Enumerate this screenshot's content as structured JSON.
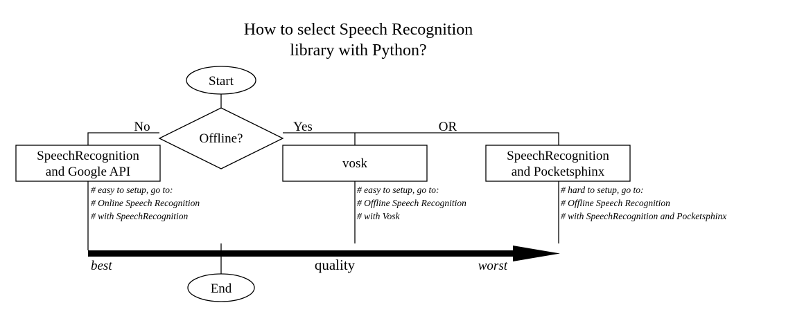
{
  "title": {
    "line1": "How to select Speech Recognition",
    "line2": "library with Python?"
  },
  "nodes": {
    "start": "Start",
    "end": "End",
    "decision": "Offline?",
    "google": {
      "line1": "SpeechRecognition",
      "line2": "and Google API"
    },
    "vosk": "vosk",
    "pocketsphinx": {
      "line1": "SpeechRecognition",
      "line2": "and Pocketsphinx"
    }
  },
  "branch_labels": {
    "no": "No",
    "yes": "Yes",
    "or": "OR"
  },
  "notes": {
    "google": [
      "# easy to setup, go to:",
      "# Online Speech Recognition",
      "# with SpeechRecognition"
    ],
    "vosk": [
      "# easy to setup, go to:",
      "# Offline Speech Recognition",
      "# with Vosk"
    ],
    "pocketsphinx": [
      "# hard to setup, go to:",
      "# Offline Speech Recognition",
      "# with SpeechRecognition and Pocketsphinx"
    ]
  },
  "quality_axis": {
    "best": "best",
    "label": "quality",
    "worst": "worst"
  }
}
